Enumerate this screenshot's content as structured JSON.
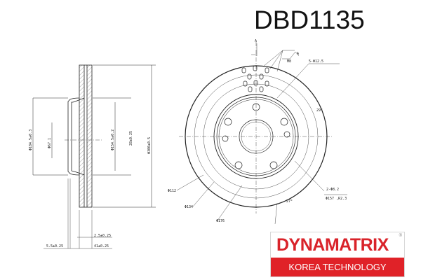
{
  "title": "DBD1135",
  "side_view": {
    "dims": [
      "Φ184.5±0.3",
      "Φ154.5±0.2",
      "Φ300±0.5",
      "Φ67.1",
      "2.5±0.25",
      "5.5±0.25",
      "41±0.25",
      "28±0.25"
    ]
  },
  "front_view": {
    "labels": [
      "5-Φ12.5",
      "Φ112",
      "Φ134",
      "Φ176",
      "2-Φ8.2",
      "Φ157 ,R2.3",
      "29°",
      "27°",
      "M8",
      "A",
      "A"
    ]
  },
  "logo": {
    "brand": "DYNAMATRIX",
    "tagline": "KOREA TECHNOLOGY",
    "registered": "®",
    "brand_color": "#d9232a",
    "band_color": "#e02228"
  }
}
